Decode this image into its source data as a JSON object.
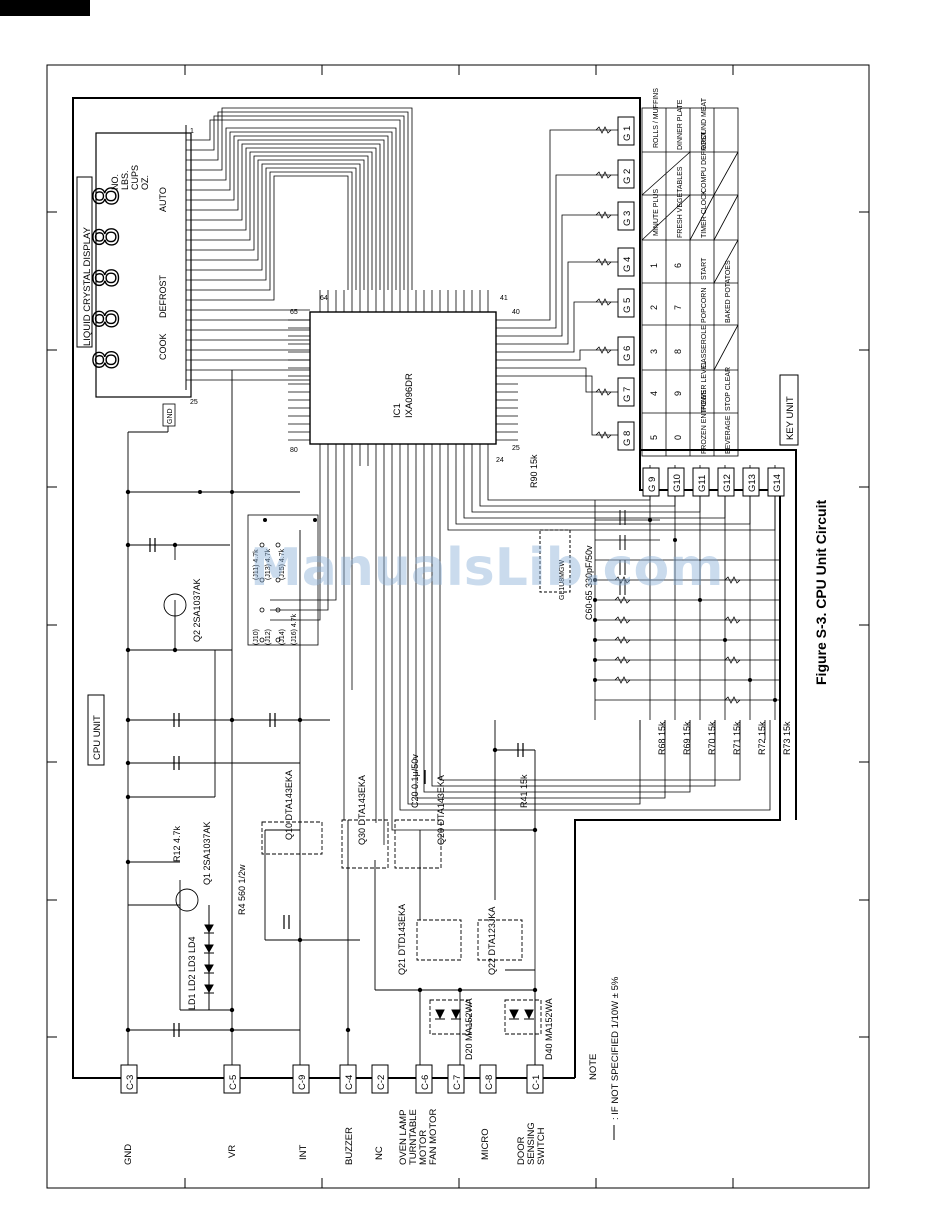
{
  "figure": {
    "caption": "Figure S-3. CPU Unit Circuit"
  },
  "watermark": "ManualsLib.com",
  "cpu_unit": {
    "label": "CPU UNIT"
  },
  "key_unit": {
    "label": "KEY UNIT"
  },
  "display": {
    "title": "LIQUID CRYSTAL DISPLAY",
    "indicators": [
      "NO.",
      "LBS.",
      "CUPS",
      "OZ.",
      "AUTO",
      "COOK",
      "DEFROST"
    ],
    "pin_first": "1",
    "pin_last": "25",
    "gnd_tag": "GND"
  },
  "ic1": {
    "designator": "IC1",
    "part": "IXA096DR",
    "pins": [
      "80",
      "65",
      "64",
      "41",
      "40",
      "25",
      "24"
    ]
  },
  "connectors_left": [
    {
      "id": "C-3",
      "signal": "GND"
    },
    {
      "id": "C-5",
      "signal": "VR"
    },
    {
      "id": "C-9",
      "signal": "INT"
    },
    {
      "id": "C-4",
      "signal": "BUZZER"
    },
    {
      "id": "C-2",
      "signal": "NC"
    },
    {
      "id": "C-6",
      "signal": "OVEN LAMP TURNTABLE MOTOR FAN MOTOR"
    },
    {
      "id": "C-7",
      "signal": ""
    },
    {
      "id": "C-8",
      "signal": "MICRO"
    },
    {
      "id": "C-1",
      "signal": "DOOR SENSING SWITCH"
    }
  ],
  "components": {
    "q1": "Q1 2SA1037AK",
    "q2": "Q2 2SA1037AK",
    "q10": "Q10 DTA143EKA",
    "q20": "Q20 DTA143EKA",
    "q21": "Q21 DTD143EKA",
    "q22": "Q22 DTA123JKA",
    "q30": "Q30 DTA143EKA",
    "r4": "R4 560 1/2w",
    "r12": "R12 4.7k",
    "r41": "R41 15k",
    "r90": "R90 15k",
    "c20": "C20 0.1μ/50v",
    "c60": "C60-65 330pF/50v",
    "d20": "D20 MA152WA",
    "d40": "D40 MA152WA",
    "leds": "LD1 LD2 LD3 LD4",
    "res_side": "GL1U8MGW",
    "jumpers": [
      "(J10)",
      "(J11) 4.7k",
      "(J12)",
      "(J13) 4.7k",
      "(J14)",
      "(J15) 4.7k",
      "(J16) 4.7k"
    ]
  },
  "key_resistors": [
    "R68 15k",
    "R69 15k",
    "R70 15k",
    "R71 15k",
    "R72 15k",
    "R73 15k"
  ],
  "key_connectors_top": [
    "G 1",
    "G 2",
    "G 3",
    "G 4",
    "G 5",
    "G 6",
    "G 7",
    "G 8"
  ],
  "key_connectors_bottom": [
    "G 9",
    "G10",
    "G11",
    "G12",
    "G13",
    "G14"
  ],
  "key_matrix": {
    "row1": [
      "ROLLS / MUFFINS",
      "",
      "MINUTE PLUS",
      "1",
      "2",
      "3",
      "4",
      "5"
    ],
    "row2": [
      "DINNER PLATE",
      "",
      "FRESH VEGETABLES",
      "6",
      "7",
      "8",
      "9",
      "0"
    ],
    "row3": [
      "GROUND MEAT",
      "COMPU DEFROST",
      "TIMER CLOCK",
      "START",
      "POPCORN",
      "CASSEROLE",
      "POWER LEVEL",
      "FROZEN ENTREES"
    ],
    "row4": [
      "",
      "",
      "",
      "",
      "BAKED POTATOES",
      "",
      "STOP CLEAR",
      "BEVERAGE"
    ]
  },
  "note": {
    "title": "NOTE",
    "text": ": IF NOT SPECIFIED 1/10W ± 5%"
  }
}
